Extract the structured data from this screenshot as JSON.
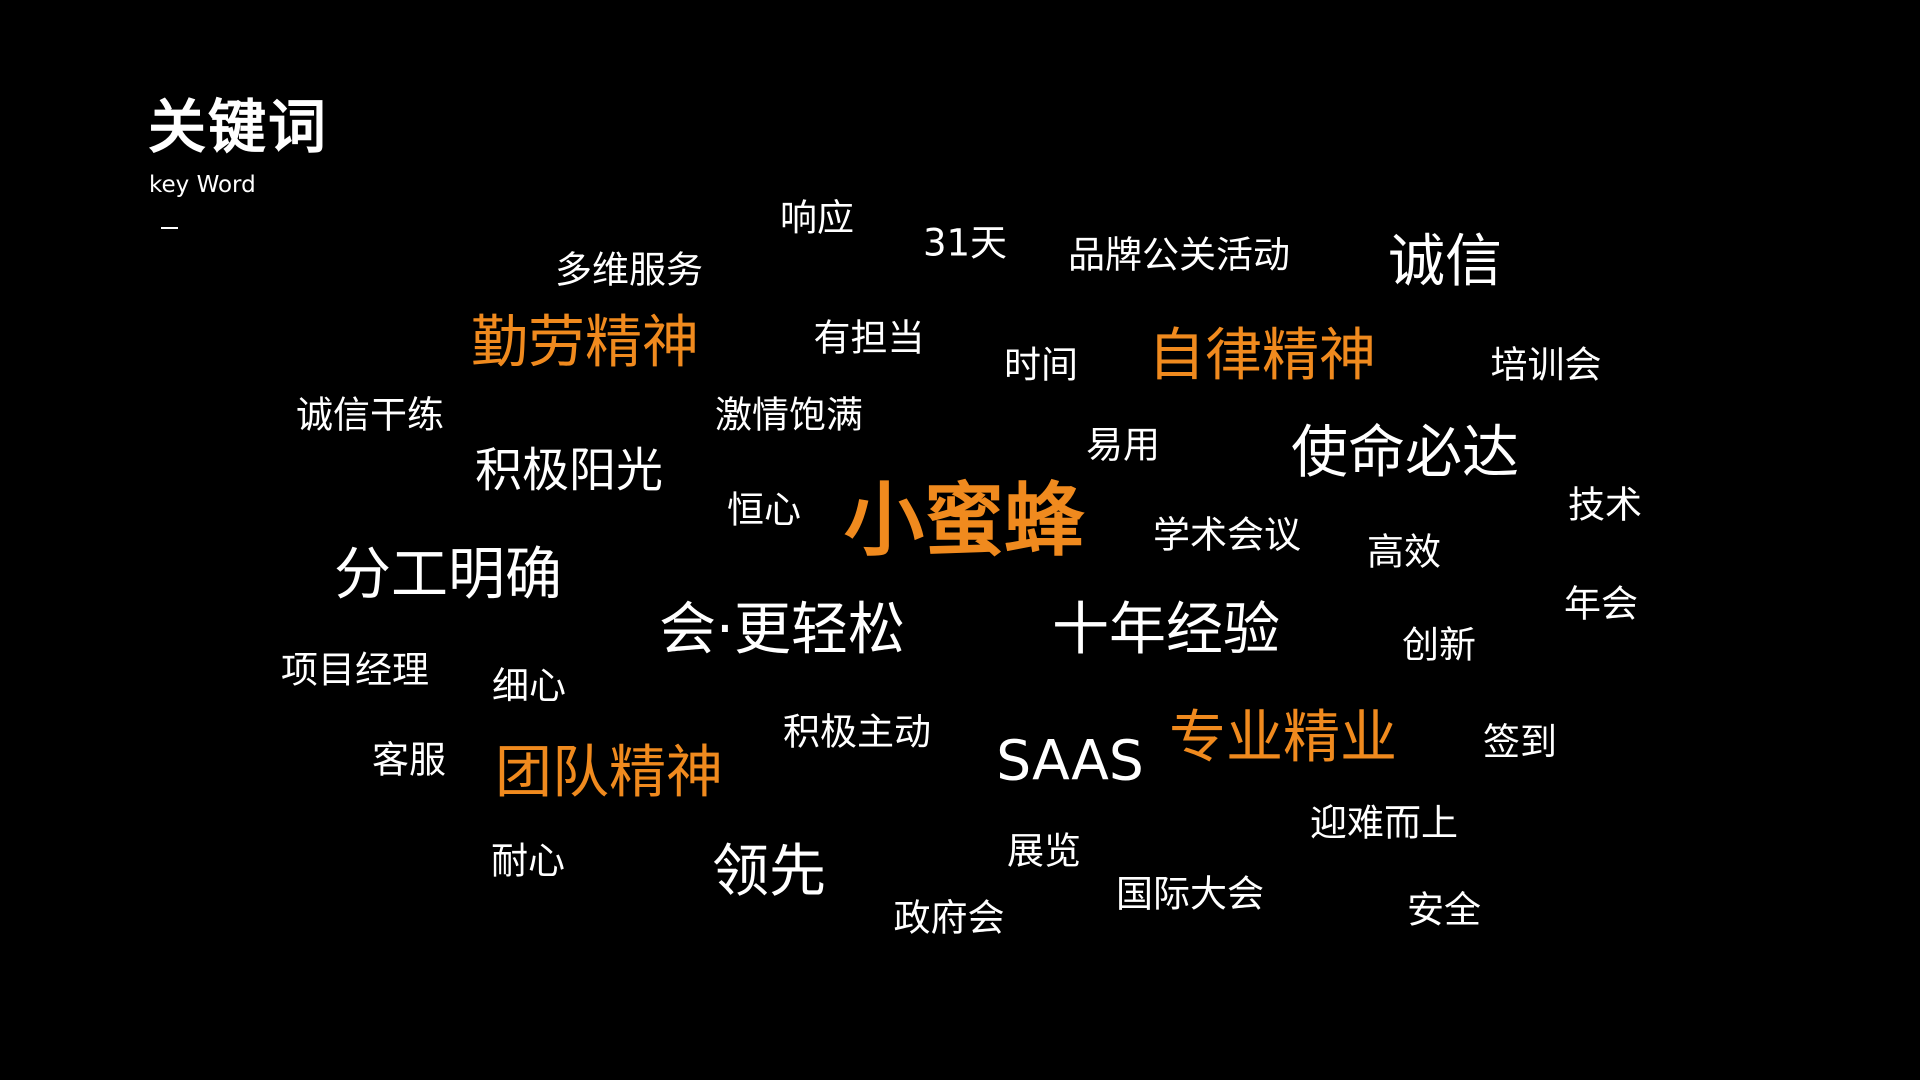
{
  "header": {
    "title": "关键词",
    "subtitle": "key Word",
    "dash": "–"
  },
  "colors": {
    "background": "#000000",
    "primary_text": "#ffffff",
    "accent": "#f08a1e"
  },
  "words": {
    "xiangying": "响应",
    "31tian": "31天",
    "pinpai": "品牌公关活动",
    "chengxin": "诚信",
    "duowei": "多维服务",
    "qinlao": "勤劳精神",
    "youdandang": "有担当",
    "shijian": "时间",
    "zilv": "自律精神",
    "peixunhui": "培训会",
    "chengxinganlian": "诚信干练",
    "jiqing": "激情饱满",
    "yiyong": "易用",
    "shiming": "使命必达",
    "jijiyangguang": "积极阳光",
    "hengxin": "恒心",
    "xiaomifeng": "小蜜蜂",
    "xueshu": "学术会议",
    "jishu": "技术",
    "gaoxiao": "高效",
    "fengong": "分工明确",
    "nianhui": "年会",
    "hui_gengqingsong": "会·更轻松",
    "shinian": "十年经验",
    "chuangxin": "创新",
    "xiangmu": "项目经理",
    "xixin": "细心",
    "jijizhudong": "积极主动",
    "kefu": "客服",
    "saas": "SAAS",
    "zhuanye": "专业精业",
    "qiandao": "签到",
    "tuandui": "团队精神",
    "yingnan": "迎难而上",
    "zhanlan": "展览",
    "naixin": "耐心",
    "lingxian": "领先",
    "guoji": "国际大会",
    "anquan": "安全",
    "zhengfu": "政府会"
  }
}
